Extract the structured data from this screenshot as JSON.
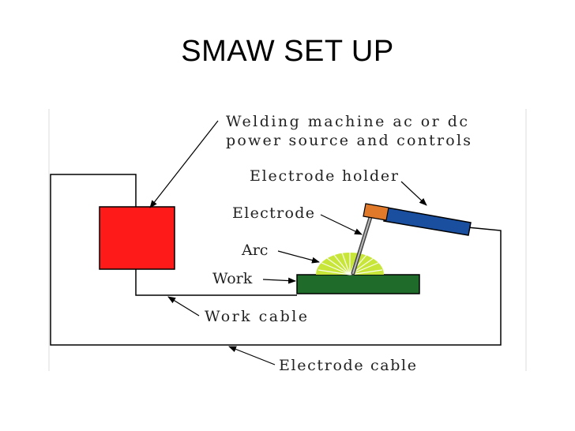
{
  "slide": {
    "title": "SMAW SET UP"
  },
  "diagram": {
    "labels": {
      "welding_machine_line1": "Welding machine ac or dc",
      "welding_machine_line2": "power source and controls",
      "electrode_holder": "Electrode holder",
      "electrode": "Electrode",
      "arc": "Arc",
      "work": "Work",
      "work_cable": "Work cable",
      "electrode_cable": "Electrode cable"
    },
    "colors": {
      "power_source": "#ff1a1a",
      "work_piece": "#1f6b2a",
      "electrode_holder": "#1a4fa0",
      "electrode_tip": "#e07a2a",
      "arc": "#c8e63a",
      "wire": "#000000"
    }
  }
}
